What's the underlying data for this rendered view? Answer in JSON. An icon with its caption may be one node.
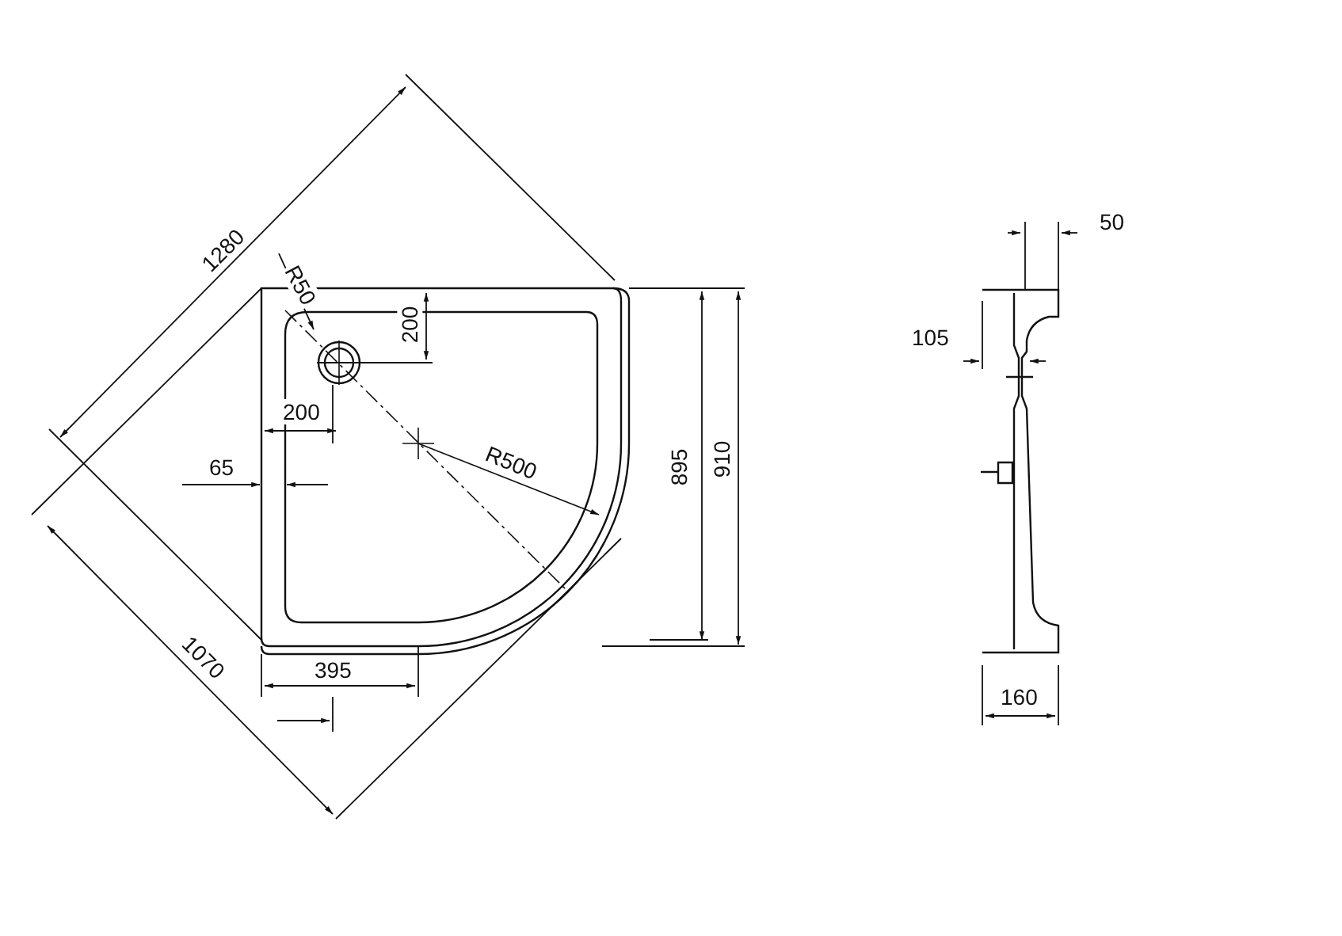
{
  "diagram": {
    "labels": [
      "1280",
      "R50",
      "200",
      "200",
      "65",
      "R500",
      "895",
      "910",
      "1070",
      "395",
      "50",
      "105",
      "160"
    ]
  }
}
